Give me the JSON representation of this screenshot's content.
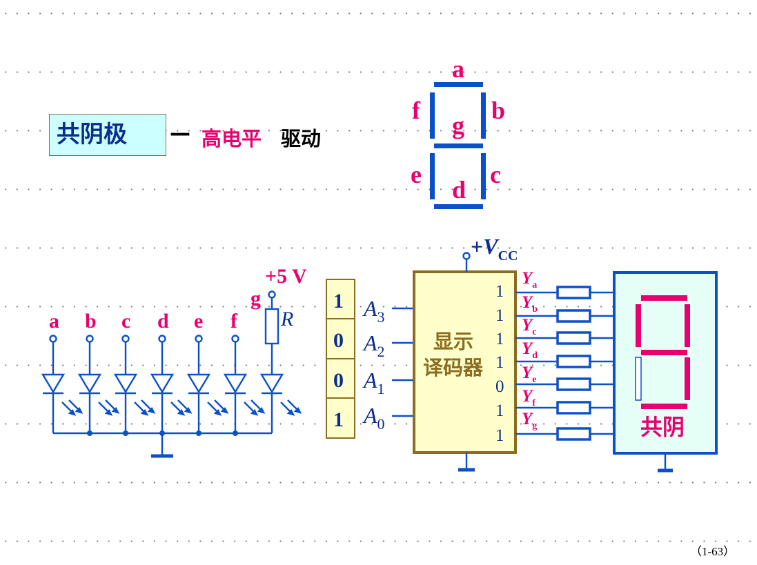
{
  "title": {
    "label": "共阴极",
    "dash": "—",
    "highlight": "高电平",
    "suffix": "驱动"
  },
  "segment_display": {
    "labels": {
      "a": "a",
      "b": "b",
      "c": "c",
      "d": "d",
      "e": "e",
      "f": "f",
      "g": "g"
    }
  },
  "led_circuit": {
    "pins": [
      "a",
      "b",
      "c",
      "d",
      "e",
      "f"
    ],
    "g_pin": "g",
    "supply": "+5 V",
    "resistor": "R"
  },
  "input_bits": [
    "1",
    "0",
    "0",
    "1"
  ],
  "address_labels": [
    {
      "main": "A",
      "sub": "3"
    },
    {
      "main": "A",
      "sub": "2"
    },
    {
      "main": "A",
      "sub": "1"
    },
    {
      "main": "A",
      "sub": "0"
    }
  ],
  "decoder": {
    "line1": "显示",
    "line2": "译码器",
    "vcc_prefix": "+",
    "vcc_main": "V",
    "vcc_sub": "CC",
    "outputs": [
      "1",
      "1",
      "1",
      "1",
      "0",
      "1",
      "1"
    ],
    "output_labels": [
      {
        "main": "Y",
        "sub": "a"
      },
      {
        "main": "Y",
        "sub": "b"
      },
      {
        "main": "Y",
        "sub": "c"
      },
      {
        "main": "Y",
        "sub": "d"
      },
      {
        "main": "Y",
        "sub": "e"
      },
      {
        "main": "Y",
        "sub": "f"
      },
      {
        "main": "Y",
        "sub": "g"
      }
    ]
  },
  "display_box": {
    "label": "共阴"
  },
  "page_number": "（1-63）",
  "colors": {
    "blue": "#0b50c8",
    "red": "#e8006e",
    "decoder_fill": "#ffffcc",
    "decoder_border": "#8a6d1f",
    "title_fill": "#ccffff",
    "display_fill": "#e6fff6"
  }
}
